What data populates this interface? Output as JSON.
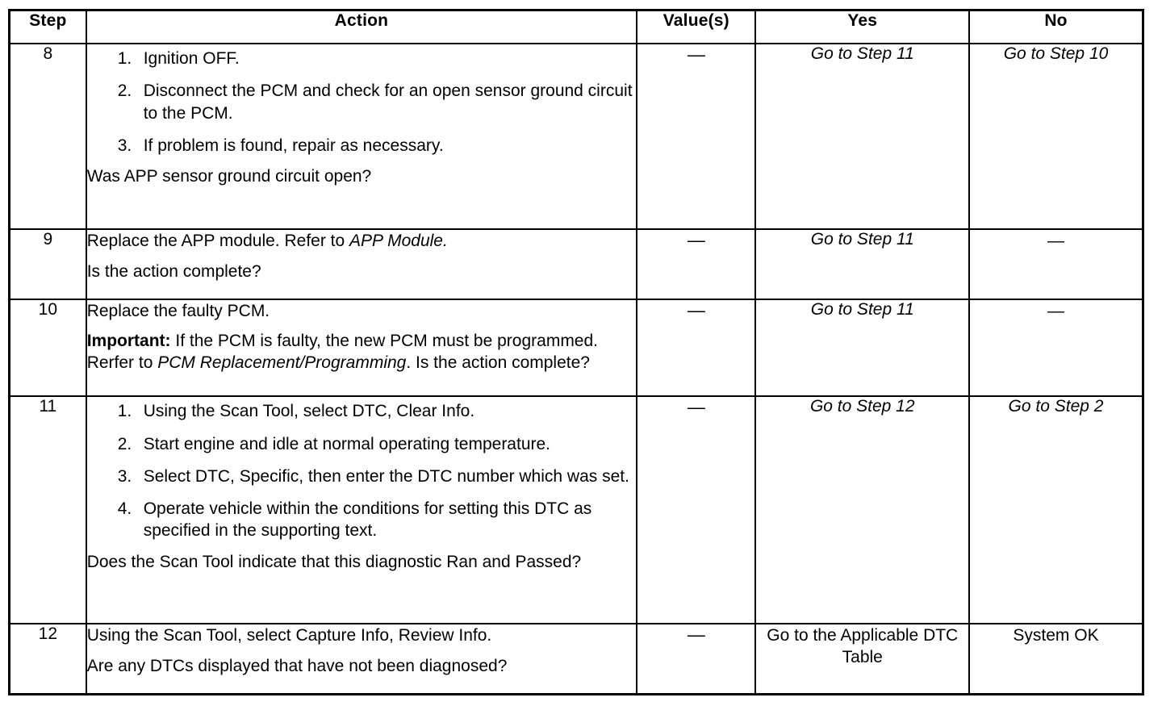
{
  "table": {
    "headers": {
      "step": "Step",
      "action": "Action",
      "value": "Value(s)",
      "yes": "Yes",
      "no": "No"
    },
    "rows": [
      {
        "step": "8",
        "action": {
          "list": [
            "Ignition OFF.",
            "Disconnect the PCM and check for an open sensor ground circuit to the PCM.",
            "If problem is found, repair as necessary."
          ],
          "question": "Was APP sensor ground circuit open?"
        },
        "value": "—",
        "yes": "Go to Step 11",
        "no": "Go to Step 10"
      },
      {
        "step": "9",
        "action": {
          "line_plain": "Replace the APP module. Refer to ",
          "line_italic": "APP Module.",
          "question": "Is the action complete?"
        },
        "value": "—",
        "yes": "Go to Step 11",
        "no": "—"
      },
      {
        "step": "10",
        "action": {
          "line1": "Replace the faulty PCM.",
          "important_label": "Important:",
          "important_text_a": " If the PCM is faulty, the new PCM must be programmed. Rerfer to ",
          "important_italic": "PCM Replacement/Programming",
          "important_text_b": ". Is the action complete?"
        },
        "value": "—",
        "yes": "Go to Step 11",
        "no": "—"
      },
      {
        "step": "11",
        "action": {
          "list": [
            "Using the Scan Tool, select DTC, Clear Info.",
            "Start engine and idle at normal operating temperature.",
            "Select DTC, Specific, then enter the DTC number which was set.",
            "Operate vehicle within the conditions for setting this DTC as specified in the supporting text."
          ],
          "question": "Does the Scan Tool indicate that this diagnostic Ran and Passed?"
        },
        "value": "—",
        "yes": "Go to Step 12",
        "no": "Go to Step 2"
      },
      {
        "step": "12",
        "action": {
          "line1": "Using the Scan Tool, select Capture Info, Review Info.",
          "question": "Are any DTCs displayed that have not been diagnosed?"
        },
        "value": "—",
        "yes": "Go to the Applicable DTC Table",
        "no": "System OK"
      }
    ]
  },
  "colors": {
    "ink": "#000000",
    "paper": "#ffffff"
  }
}
